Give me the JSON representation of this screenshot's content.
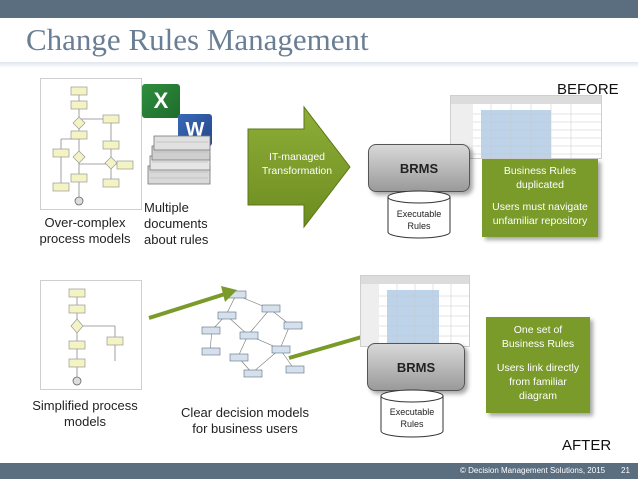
{
  "title": "Change Rules Management",
  "before_label": "BEFORE",
  "after_label": "AFTER",
  "footer": {
    "copyright": "© Decision Management Solutions, 2015",
    "page": "21"
  },
  "before": {
    "process_label": "Over-complex process models",
    "documents_label": "Multiple documents about rules",
    "arrow_label": "IT-managed Transformation",
    "brms": "BRMS",
    "exec_rules": "Executable Rules",
    "note1": "Business Rules duplicated",
    "note2": "Users must navigate unfamiliar repository"
  },
  "after": {
    "process_label": "Simplified process models",
    "decision_label": "Clear decision models for business users",
    "brms": "BRMS",
    "exec_rules": "Executable Rules",
    "note1": "One set of Business Rules",
    "note2": "Users link directly from familiar diagram"
  },
  "colors": {
    "accent_green": "#7a9a2a",
    "header": "#5a6e80",
    "title": "#6a7e94"
  }
}
